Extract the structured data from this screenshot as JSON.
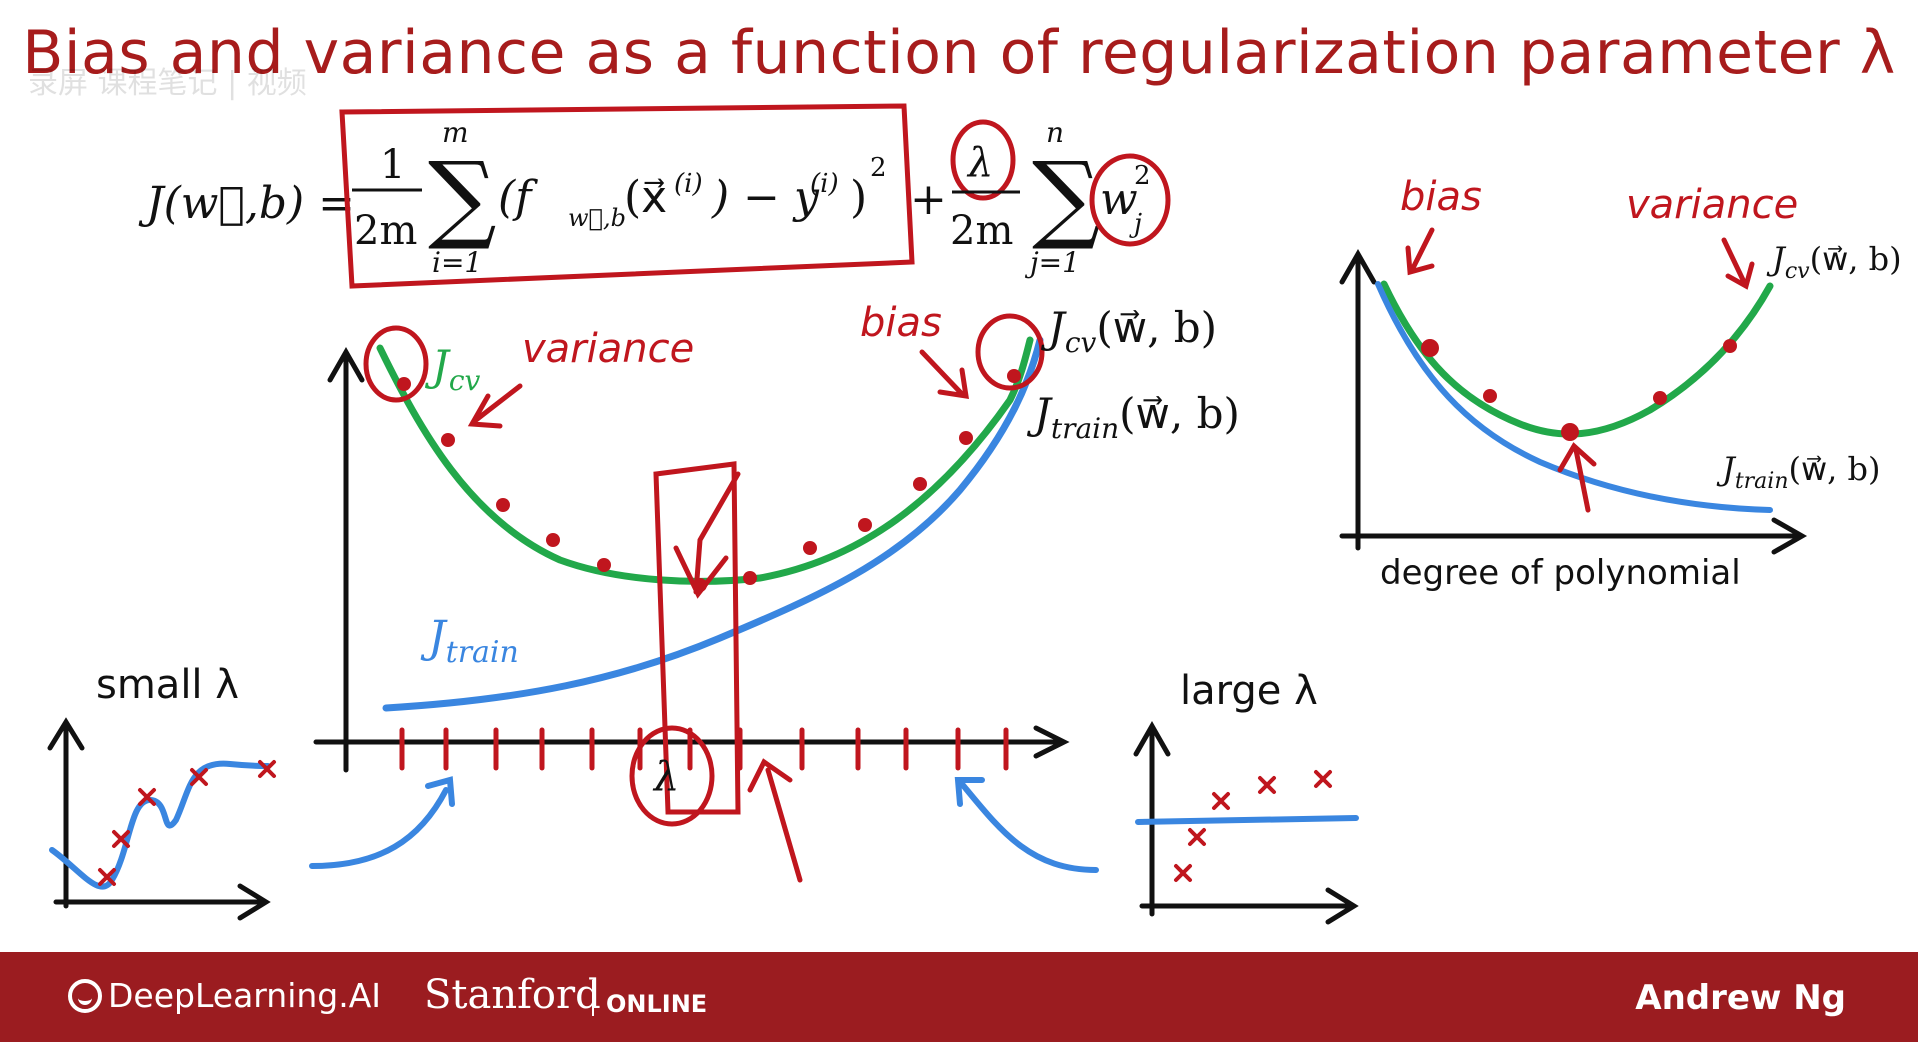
{
  "slide": {
    "title": "Bias and variance as a function of regularization parameter λ",
    "overlay_text": "录屏 课程笔记 | 视频"
  },
  "cost_function": {
    "lhs": "J(w⃗,b) =",
    "term1_numerator": "1",
    "term1_denominator": "2m",
    "sum1_upper": "m",
    "sum1_lower": "i=1",
    "sum1_body": "(f",
    "sum1_sub": "w⃗,b",
    "sum1_arg": "(x⃗",
    "sum1_sup_i": "(i)",
    "sum1_minus_y": ") − y",
    "sum1_close": ")",
    "sum1_square": "2",
    "plus": "+",
    "term2_numerator": "λ",
    "term2_denominator": "2m",
    "sum2_upper": "n",
    "sum2_lower": "j=1",
    "w": "w",
    "w_sub": "j",
    "w_sup": "2"
  },
  "main_chart": {
    "jcv_label": "J",
    "jcv_sub": "cv",
    "variance_label": "variance",
    "bias_label": "bias",
    "jcv_full_label": "J",
    "jcv_full_sub": "cv",
    "jcv_full_args": "(w⃗, b)",
    "jtrain_full_label": "J",
    "jtrain_full_sub": "train",
    "jtrain_full_args": "(w⃗, b)",
    "jtrain_label": "J",
    "jtrain_sub": "train",
    "x_axis_label": "λ"
  },
  "side_chart": {
    "bias_label": "bias",
    "variance_label": "variance",
    "jcv_label": "J",
    "jcv_sub": "cv",
    "jcv_args": "(w⃗, b)",
    "jtrain_label": "J",
    "jtrain_sub": "train",
    "jtrain_args": "(w⃗, b)",
    "x_axis_label": "degree of polynomial"
  },
  "small_lambda": {
    "label": "small λ"
  },
  "large_lambda": {
    "label": "large λ"
  },
  "footer": {
    "brand": "DeepLearning.AI",
    "stanford": "Stanford",
    "online": "ONLINE",
    "author": "Andrew Ng"
  },
  "colors": {
    "title_red": "#a71c1c",
    "ink_red": "#c0161e",
    "cv_green": "#21a34a",
    "train_blue": "#3a86e0",
    "footer_bg": "#9b1c20"
  }
}
